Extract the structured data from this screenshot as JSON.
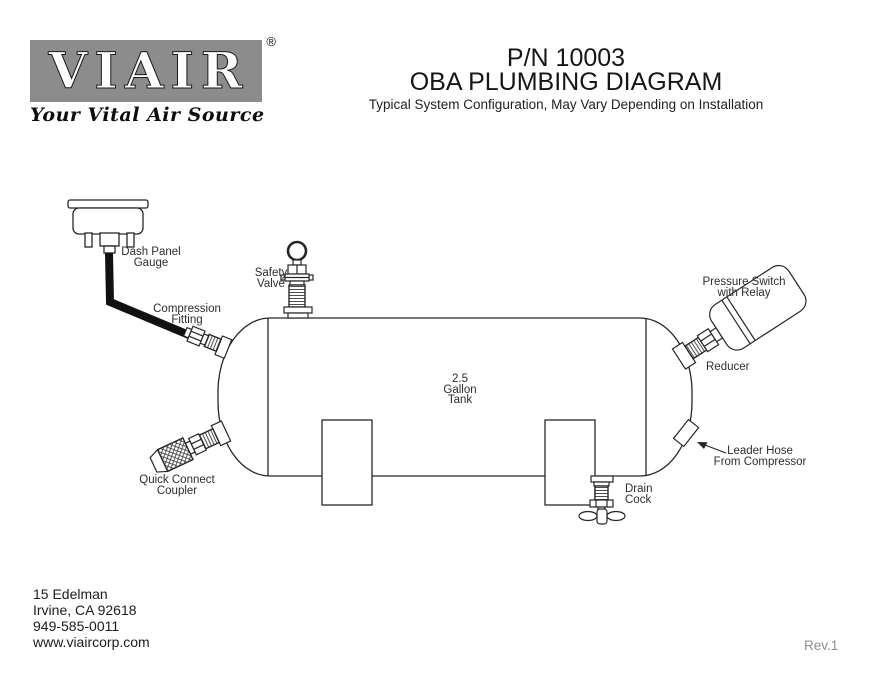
{
  "logo": {
    "brand": "VIAIR",
    "registered": "®",
    "tagline": "Your Vital Air Source",
    "box_color": "#8c8c8c"
  },
  "title": {
    "part_number": "P/N 10003",
    "heading": "OBA PLUMBING DIAGRAM",
    "subtitle": "Typical System Configuration, May Vary Depending on Installation"
  },
  "diagram": {
    "labels": {
      "dash_gauge_line1": "Dash Panel",
      "dash_gauge_line2": "Gauge",
      "compression_line1": "Compression",
      "compression_line2": "Fitting",
      "safety_line1": "Safety",
      "safety_line2": "Valve",
      "pressure_line1": "Pressure Switch",
      "pressure_line2": "with Relay",
      "reducer": "Reducer",
      "tank_line1": "2.5",
      "tank_line2": "Gallon",
      "tank_line3": "Tank",
      "quick_line1": "Quick Connect",
      "quick_line2": "Coupler",
      "leader_line1": "Leader Hose",
      "leader_line2": "From Compressor",
      "drain_line1": "Drain",
      "drain_line2": "Cock"
    },
    "line_color": "#262626"
  },
  "footer": {
    "address1": "15 Edelman",
    "address2": "Irvine, CA 92618",
    "phone": "949-585-0011",
    "website": "www.viaircorp.com",
    "revision": "Rev.1"
  }
}
